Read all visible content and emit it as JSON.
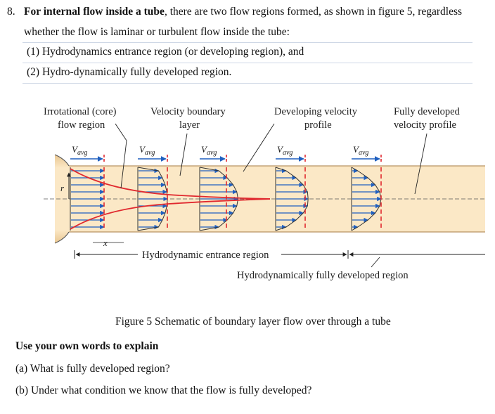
{
  "question": {
    "number": "8.",
    "intro_bold": "For internal flow inside a tube",
    "intro_rest": ", there are two flow regions formed, as shown in figure 5, regardless",
    "line2": "whether the flow is laminar or turbulent flow inside the tube:",
    "item1": "(1) Hydrodynamics entrance region (or developing region), and",
    "item2": "(2) Hydro-dynamically fully developed region."
  },
  "figure": {
    "label_irrotational_1": "Irrotational (core)",
    "label_irrotational_2": "flow region",
    "label_boundary_1": "Velocity boundary",
    "label_boundary_2": "layer",
    "label_developing_1": "Developing velocity",
    "label_developing_2": "profile",
    "label_fully_1": "Fully developed",
    "label_fully_2": "velocity profile",
    "v_symbol": "V",
    "v_subscript": "avg",
    "r_label": "r",
    "x_label": "x",
    "entrance_label": "Hydrodynamic entrance region",
    "developed_label": "Hydrodynamically fully developed region",
    "caption": "Figure 5 Schematic of boundary layer flow over  through a tube",
    "colors": {
      "tube": "#f5dcb0",
      "arrow_blue": "#1f5fbf",
      "red": "#e0282e",
      "wall": "#d8b98a"
    }
  },
  "task": {
    "heading": "Use your own words to explain",
    "a": "(a) What is fully developed region?",
    "b": "(b) Under what condition we know that the flow is fully developed?"
  }
}
